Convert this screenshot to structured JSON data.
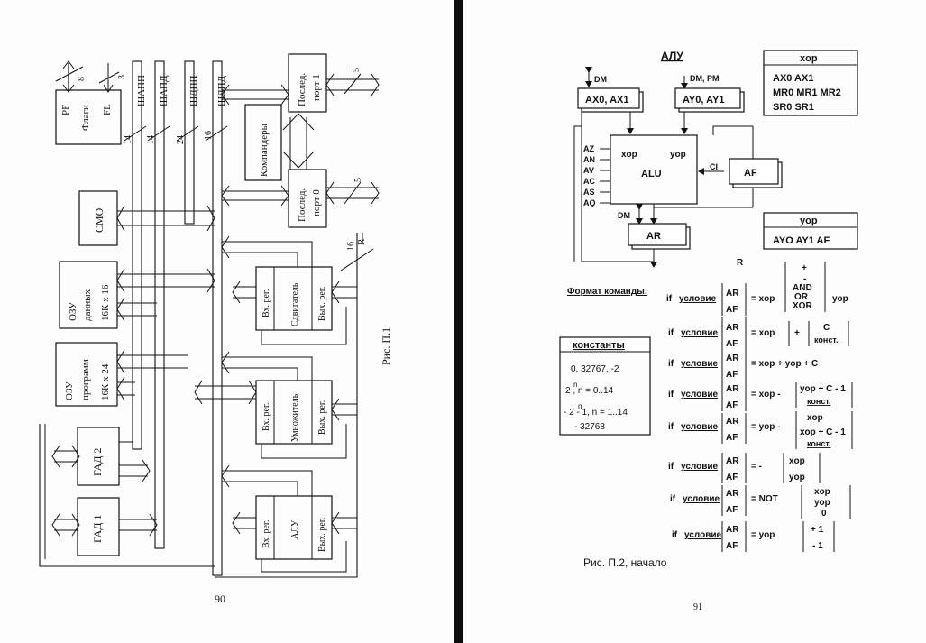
{
  "left_page": {
    "page_number": "90",
    "caption": "Рис. П.1",
    "blocks": {
      "flags_pf": "PF",
      "flags_title": "Флаги",
      "flags_fl": "FL",
      "flags_bits_8": "8",
      "flags_bits_3": "3",
      "cmo": "СМО",
      "ram_data": [
        "ОЗУ",
        "данных",
        "16К х 16"
      ],
      "ram_program": [
        "ОЗУ",
        "программ",
        "16К х 24"
      ],
      "gad2": "ГАД 2",
      "gad1": "ГАД 1",
      "companders": "Компандеры",
      "serial_port1": [
        "Послед.",
        "порт 1"
      ],
      "serial_port0": [
        "Послед.",
        "порт 0"
      ],
      "port_bits_5a": "5",
      "port_bits_5b": "5",
      "bus_r": "R",
      "bus_r_bits": "16",
      "shifter": [
        "Вх. рег.",
        "Сдвигатель",
        "Вых. рег."
      ],
      "multiplier": [
        "Вх. рег.",
        "Умножитель",
        "Вых. рег."
      ],
      "alu": [
        "Вх. рег.",
        "АЛУ",
        "Вых. рег."
      ]
    },
    "buses": [
      {
        "name": "ШАПП",
        "bits": "14"
      },
      {
        "name": "ШАПД",
        "bits": "14"
      },
      {
        "name": "ШДПП",
        "bits": "24"
      },
      {
        "name": "ШДПД",
        "bits": "16"
      }
    ]
  },
  "right_page": {
    "page_number": "91",
    "caption": "Рис. П.2,  начало",
    "alu_title": "АЛУ",
    "dm_label": "DM",
    "dm_pm_label": "DM, PM",
    "reg_ax": "AX0, AX1",
    "reg_ay": "AY0, AY1",
    "alu_xop": "xop",
    "alu_yop": "yop",
    "alu_core": "ALU",
    "ci_label": "CI",
    "af_reg": "AF",
    "ar_reg": "AR",
    "ar_dm": "DM",
    "r_label": "R",
    "flags": [
      "AZ",
      "AN",
      "AV",
      "AC",
      "AS",
      "AQ"
    ],
    "xop_box": {
      "title": "xop",
      "rows": [
        "AX0  AX1",
        "MR0  MR1  MR2",
        "SR0  SR1"
      ]
    },
    "yop_box": {
      "title": "yop",
      "row": "AYO   AY1  AF"
    },
    "format_label": "Формат команды:",
    "constants": {
      "title": "константы",
      "line1": "0,  32767, -2",
      "line2": "2  , n = 0..14",
      "line2_sup": "n",
      "line3": "- 2  - 1, n = 1..14",
      "line3_sup": "n",
      "line4": "- 32768"
    },
    "instr_if": "if",
    "instr_cond": "условие",
    "instr_ar": "AR",
    "instr_af": "AF",
    "instructions": [
      {
        "expr": "= xop",
        "options": [
          "+",
          "-",
          "AND",
          "OR",
          "XOR"
        ],
        "tail": "yop"
      },
      {
        "expr": "=   xop",
        "plus": "+",
        "options": [
          "C",
          "конст."
        ]
      },
      {
        "expr": "= xop   +   yop   + C"
      },
      {
        "expr": "= xop -",
        "options": [
          "yop + C - 1",
          "конст."
        ]
      },
      {
        "expr": "= yop -",
        "options": [
          "xop",
          "xop + C - 1",
          "конст."
        ]
      },
      {
        "expr": "=    -",
        "options": [
          "xop",
          "yop"
        ]
      },
      {
        "expr": "=   NOT",
        "options": [
          "xop",
          "yop",
          "0"
        ]
      },
      {
        "expr": "=   yop",
        "options": [
          "+ 1",
          "- 1"
        ]
      }
    ]
  }
}
